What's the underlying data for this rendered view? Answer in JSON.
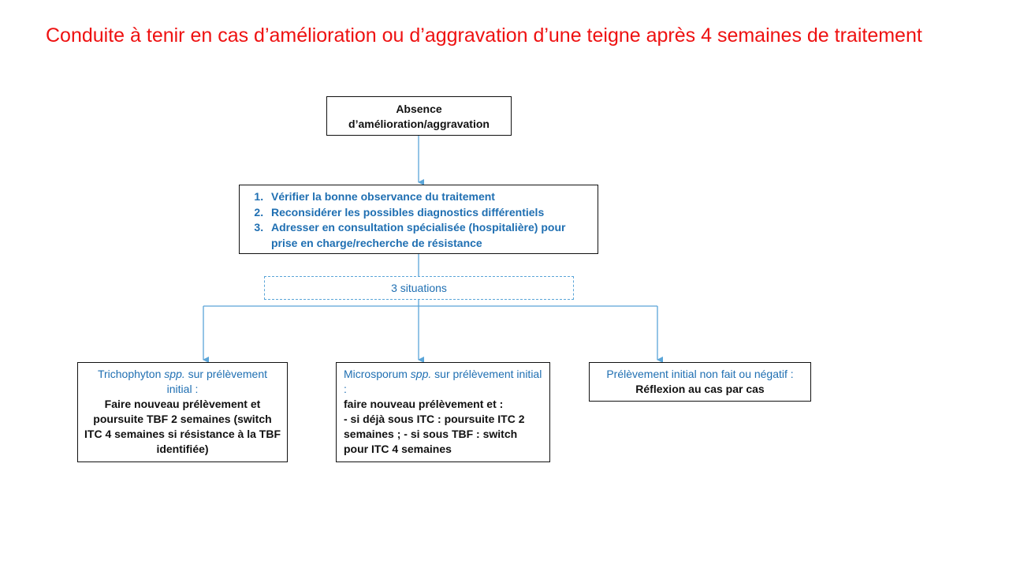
{
  "title": "Conduite à tenir en cas d’amélioration ou d’aggravation d’une teigne après 4 semaines de traitement",
  "top_box": {
    "line1": "Absence",
    "line2": "d’amélioration/aggravation"
  },
  "steps": [
    "Vérifier la bonne observance du traitement",
    "Reconsidérer les possibles diagnostics différentiels",
    "Adresser en consultation spécialisée (hospitalière) pour prise en charge/recherche de résistance"
  ],
  "situations_label": "3 situations",
  "cases": [
    {
      "heading_prefix": "Trichophyton ",
      "heading_italic": "spp.",
      "heading_suffix": " sur prélèvement initial :",
      "body": "Faire nouveau prélèvement et poursuite TBF 2 semaines (switch ITC 4 semaines si résistance à la TBF identifiée)"
    },
    {
      "heading_prefix": "Microsporum ",
      "heading_italic": "spp.",
      "heading_suffix": " sur prélèvement initial :",
      "body_line1": "faire nouveau prélèvement et :",
      "body_line2": "- si déjà sous ITC : poursuite ITC 2 semaines ;  - si sous TBF : switch pour ITC 4 semaines"
    },
    {
      "heading": "Prélèvement initial non fait ou négatif :",
      "body": "Réflexion au cas par cas"
    }
  ],
  "colors": {
    "title": "#ee1111",
    "accent_blue": "#1f6fb2",
    "connector": "#5aa5d8",
    "border": "#111111"
  }
}
